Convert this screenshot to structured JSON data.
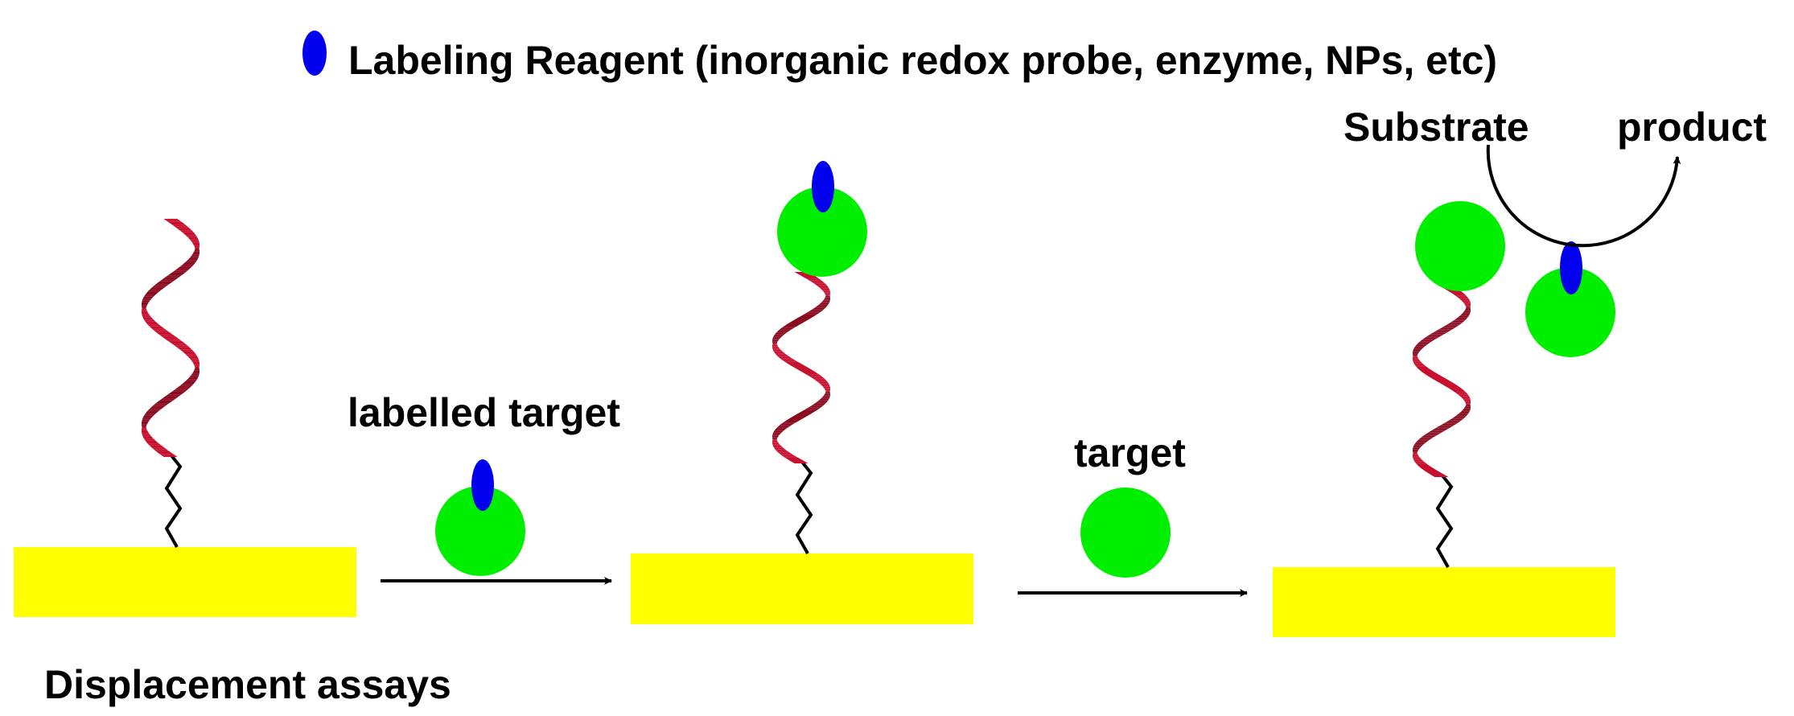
{
  "legend": {
    "label": "Labeling Reagent (inorganic redox probe, enzyme, NPs, etc)"
  },
  "steps": {
    "step1_label": "labelled target",
    "step2_label": "target"
  },
  "reaction": {
    "substrate": "Substrate",
    "product": "product"
  },
  "caption": "Displacement assays",
  "colors": {
    "electrode": "#ffff00",
    "target": "#00ee00",
    "label": "#0000ee",
    "aptamer_front": "#c8102e",
    "aptamer_back": "#8a0a1f",
    "line": "#000000"
  }
}
